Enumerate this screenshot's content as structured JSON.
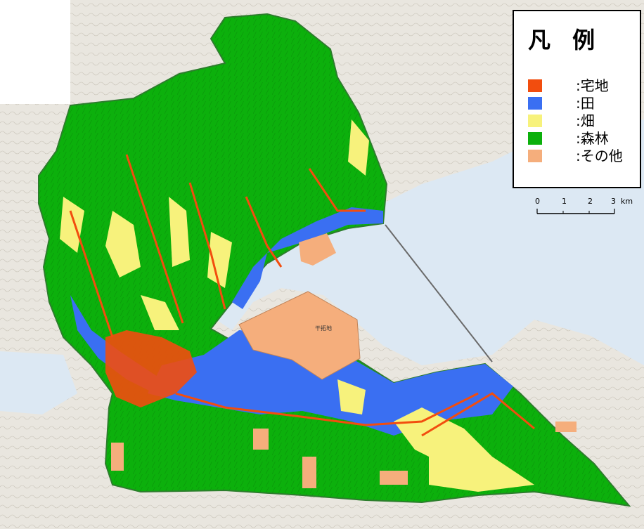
{
  "legend": {
    "title": "凡 例",
    "items": [
      {
        "label": ":宅地",
        "color": "#f24d0e"
      },
      {
        "label": ":田",
        "color": "#3a6ff2"
      },
      {
        "label": ":畑",
        "color": "#f7f27c"
      },
      {
        "label": ":森林",
        "color": "#0cb00c"
      },
      {
        "label": ":その他",
        "color": "#f5ae7c"
      }
    ]
  },
  "scale_bar": {
    "labels": [
      "0",
      "1",
      "2",
      "3"
    ],
    "unit": "km"
  },
  "map_labels": {
    "reclaimed_land": "干拓地"
  },
  "colors": {
    "sea": "#dce8f3",
    "topo_base": "#e9e6df",
    "boundary": "#2d7d2d"
  }
}
